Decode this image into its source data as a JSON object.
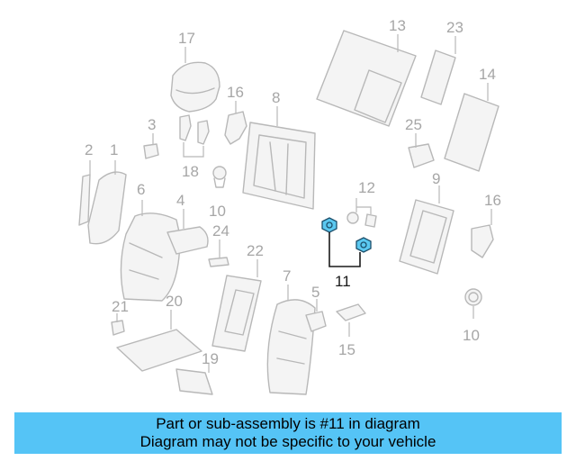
{
  "caption": {
    "line1": "Part or sub-assembly is #11 in diagram",
    "line2": "Diagram may not be specific to your vehicle"
  },
  "highlight_color": "#5bc8f0",
  "caption_bg": "#55c4f6",
  "callouts": {
    "c1": "1",
    "c2": "2",
    "c3": "3",
    "c4": "4",
    "c5": "5",
    "c6": "6",
    "c7": "7",
    "c8": "8",
    "c9": "9",
    "c10a": "10",
    "c10b": "10",
    "c11": "11",
    "c12": "12",
    "c13": "13",
    "c14": "14",
    "c15": "15",
    "c16a": "16",
    "c16b": "16",
    "c17": "17",
    "c18": "18",
    "c19": "19",
    "c20": "20",
    "c21": "21",
    "c22": "22",
    "c23": "23",
    "c24": "24",
    "c25": "25"
  }
}
